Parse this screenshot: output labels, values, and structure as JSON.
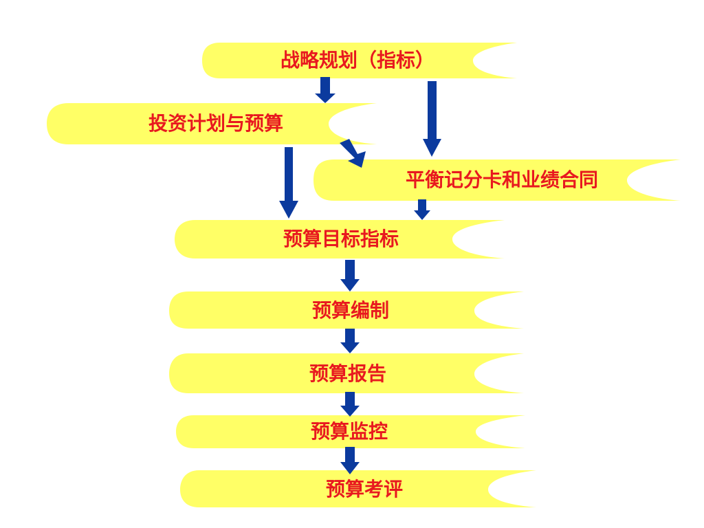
{
  "colors": {
    "scroll_fill": "#ffff66",
    "text": "#e8191f",
    "arrow": "#0b3a9e",
    "background": "#ffffff"
  },
  "nodes": [
    {
      "id": "strategic-plan",
      "label": "战略规划（指标）"
    },
    {
      "id": "investment-plan",
      "label": "投资计划与预算"
    },
    {
      "id": "scorecard",
      "label": "平衡记分卡和业绩合同"
    },
    {
      "id": "budget-target",
      "label": "预算目标指标"
    },
    {
      "id": "budget-prep",
      "label": "预算编制"
    },
    {
      "id": "budget-report",
      "label": "预算报告"
    },
    {
      "id": "budget-monitor",
      "label": "预算监控"
    },
    {
      "id": "budget-eval",
      "label": "预算考评"
    }
  ],
  "edges": [
    {
      "from": "strategic-plan",
      "to": "investment-plan"
    },
    {
      "from": "strategic-plan",
      "to": "scorecard"
    },
    {
      "from": "investment-plan",
      "to": "scorecard"
    },
    {
      "from": "investment-plan",
      "to": "budget-target"
    },
    {
      "from": "scorecard",
      "to": "budget-target"
    },
    {
      "from": "budget-target",
      "to": "budget-prep"
    },
    {
      "from": "budget-prep",
      "to": "budget-report"
    },
    {
      "from": "budget-report",
      "to": "budget-monitor"
    },
    {
      "from": "budget-monitor",
      "to": "budget-eval"
    }
  ]
}
